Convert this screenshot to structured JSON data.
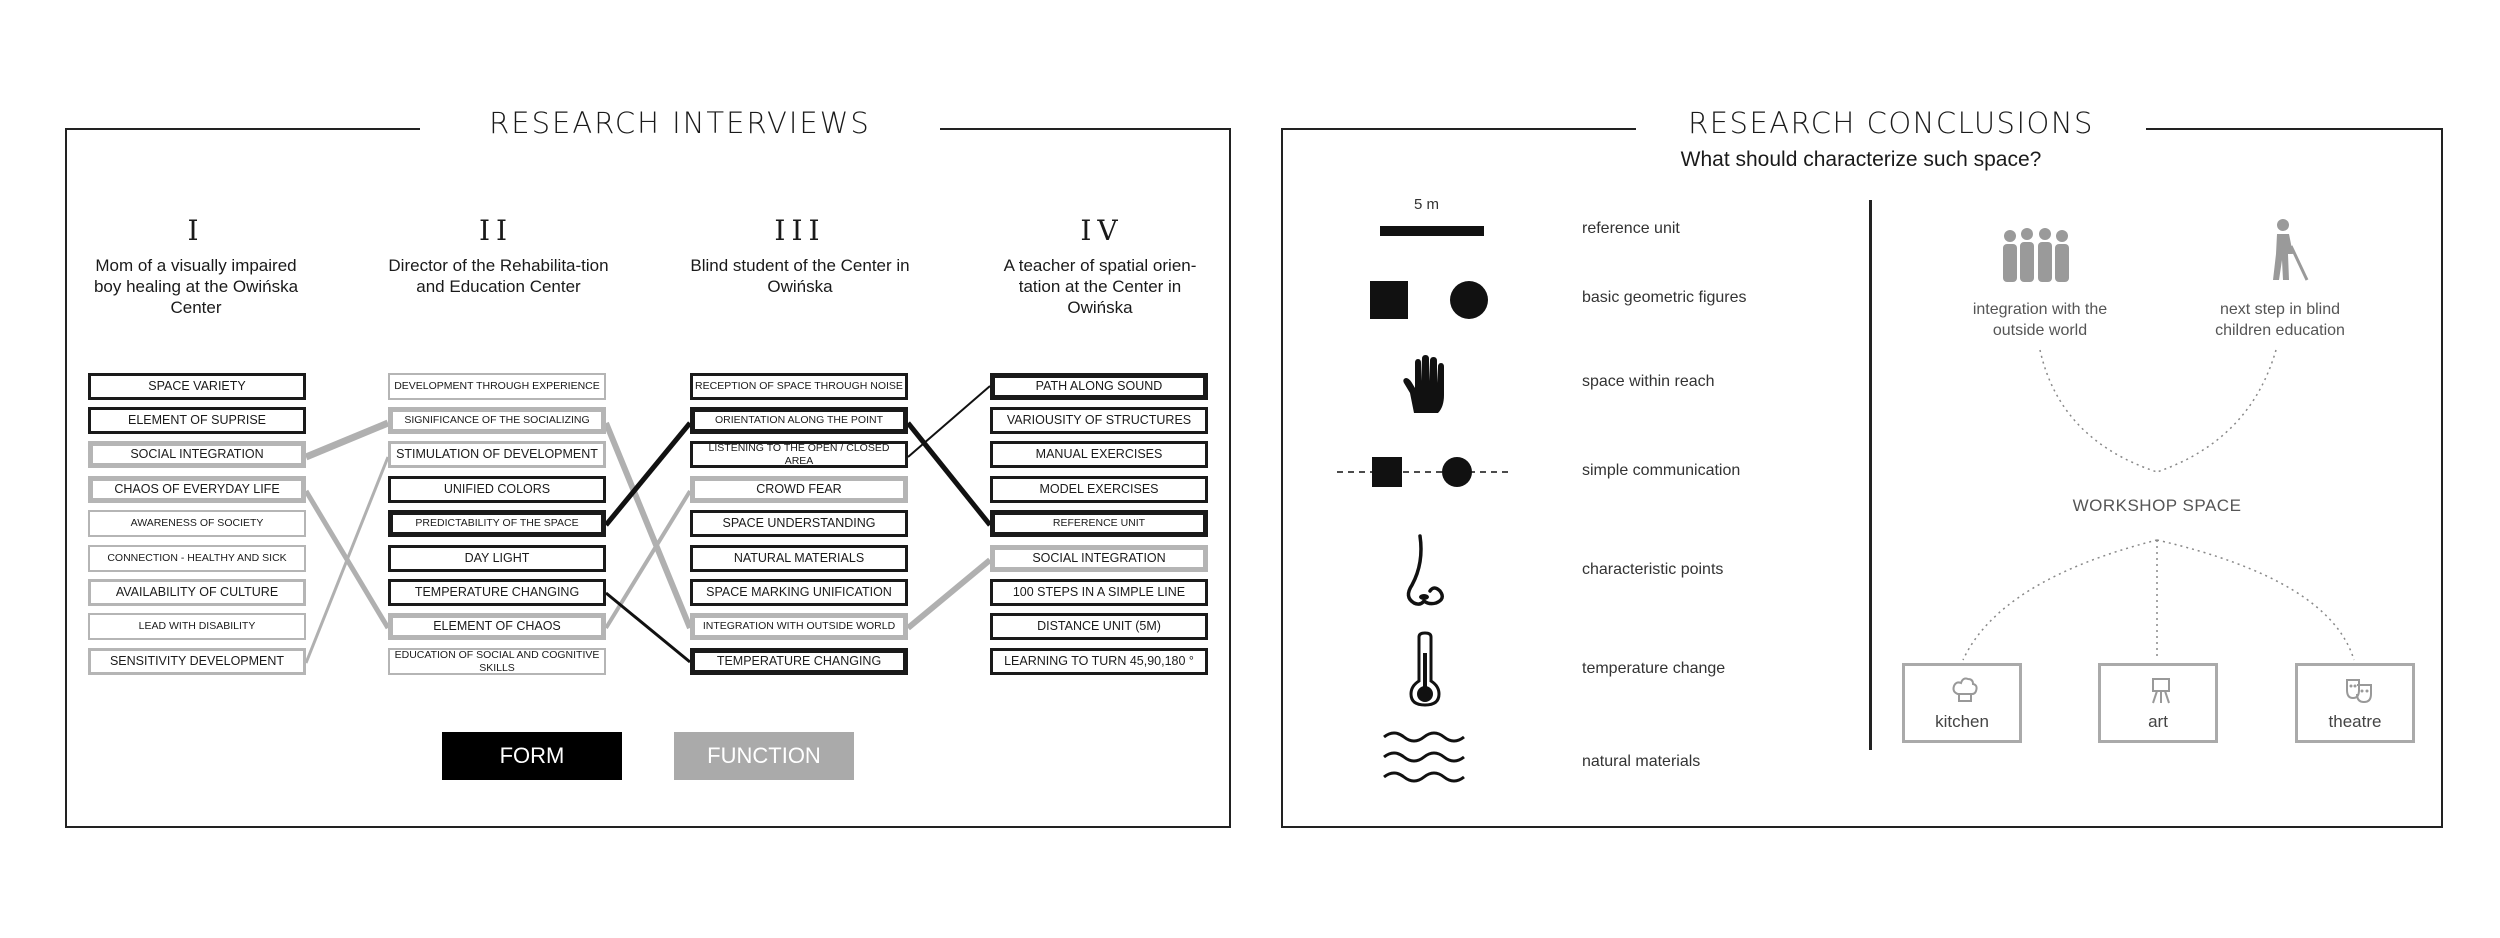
{
  "left_panel": {
    "title": "RESEARCH  INTERVIEWS",
    "columns": [
      {
        "numeral": "I",
        "description": "Mom of a visually impaired boy healing at the Owińska Center",
        "items": [
          "SPACE VARIETY",
          "ELEMENT OF SUPRISE",
          "SOCIAL INTEGRATION",
          "CHAOS OF EVERYDAY LIFE",
          "AWARENESS OF SOCIETY",
          "CONNECTION - HEALTHY AND SICK",
          "AVAILABILITY OF CULTURE",
          "LEAD WITH DISABILITY",
          "SENSITIVITY DEVELOPMENT"
        ]
      },
      {
        "numeral": "II",
        "description": "Director of the Rehabilita-tion and Education Center",
        "items": [
          "DEVELOPMENT THROUGH EXPERIENCE",
          "SIGNIFICANCE OF THE SOCIALIZING",
          "STIMULATION OF DEVELOPMENT",
          "UNIFIED COLORS",
          "PREDICTABILITY OF THE SPACE",
          "DAY LIGHT",
          "TEMPERATURE CHANGING",
          "ELEMENT OF CHAOS",
          "EDUCATION OF SOCIAL AND COGNITIVE SKILLS"
        ]
      },
      {
        "numeral": "III",
        "description": "Blind student of the Center in Owińska",
        "items": [
          "RECEPTION OF SPACE THROUGH NOISE",
          "ORIENTATION ALONG THE POINT",
          "LISTENING TO THE OPEN / CLOSED AREA",
          "CROWD FEAR",
          "SPACE UNDERSTANDING",
          "NATURAL MATERIALS",
          "SPACE MARKING UNIFICATION",
          "INTEGRATION WITH OUTSIDE WORLD",
          "TEMPERATURE CHANGING"
        ]
      },
      {
        "numeral": "IV",
        "description": "A teacher of spatial orien-tation at the Center in Owińska",
        "items": [
          "PATH ALONG SOUND",
          "VARIOUSITY OF STRUCTURES",
          "MANUAL EXERCISES",
          "MODEL EXERCISES",
          "REFERENCE UNIT",
          "SOCIAL INTEGRATION",
          "100 STEPS IN A SIMPLE LINE",
          "DISTANCE UNIT (5M)",
          "LEARNING TO TURN 45,90,180 °"
        ]
      }
    ],
    "legend": {
      "form": "FORM",
      "function": "FUNCTION"
    }
  },
  "right_panel": {
    "title": "RESEARCH CONCLUSIONS",
    "subtitle": "What should characterize such space?",
    "scale_label": "5 m",
    "features": [
      {
        "icon": "scale-bar-icon",
        "label": "reference unit"
      },
      {
        "icon": "square-circle-icon",
        "label": "basic geometric figures"
      },
      {
        "icon": "hand-icon",
        "label": "space within reach"
      },
      {
        "icon": "dashed-line-shapes-icon",
        "label": "simple communication"
      },
      {
        "icon": "nose-icon",
        "label": "characteristic points"
      },
      {
        "icon": "thermometer-icon",
        "label": "temperature change"
      },
      {
        "icon": "waves-icon",
        "label": "natural materials"
      }
    ],
    "diagram": {
      "top_left": "integration with the outside world",
      "top_right": "next step in blind children education",
      "center": "WORKSHOP SPACE",
      "rooms": [
        {
          "label": "kitchen",
          "icon": "chef-hat-icon"
        },
        {
          "label": "art",
          "icon": "easel-icon"
        },
        {
          "label": "theatre",
          "icon": "theatre-masks-icon"
        }
      ]
    }
  },
  "colors": {
    "form": "#000000",
    "function": "#aaaaaa",
    "border": "#222222",
    "muted": "#b5b5b5"
  }
}
